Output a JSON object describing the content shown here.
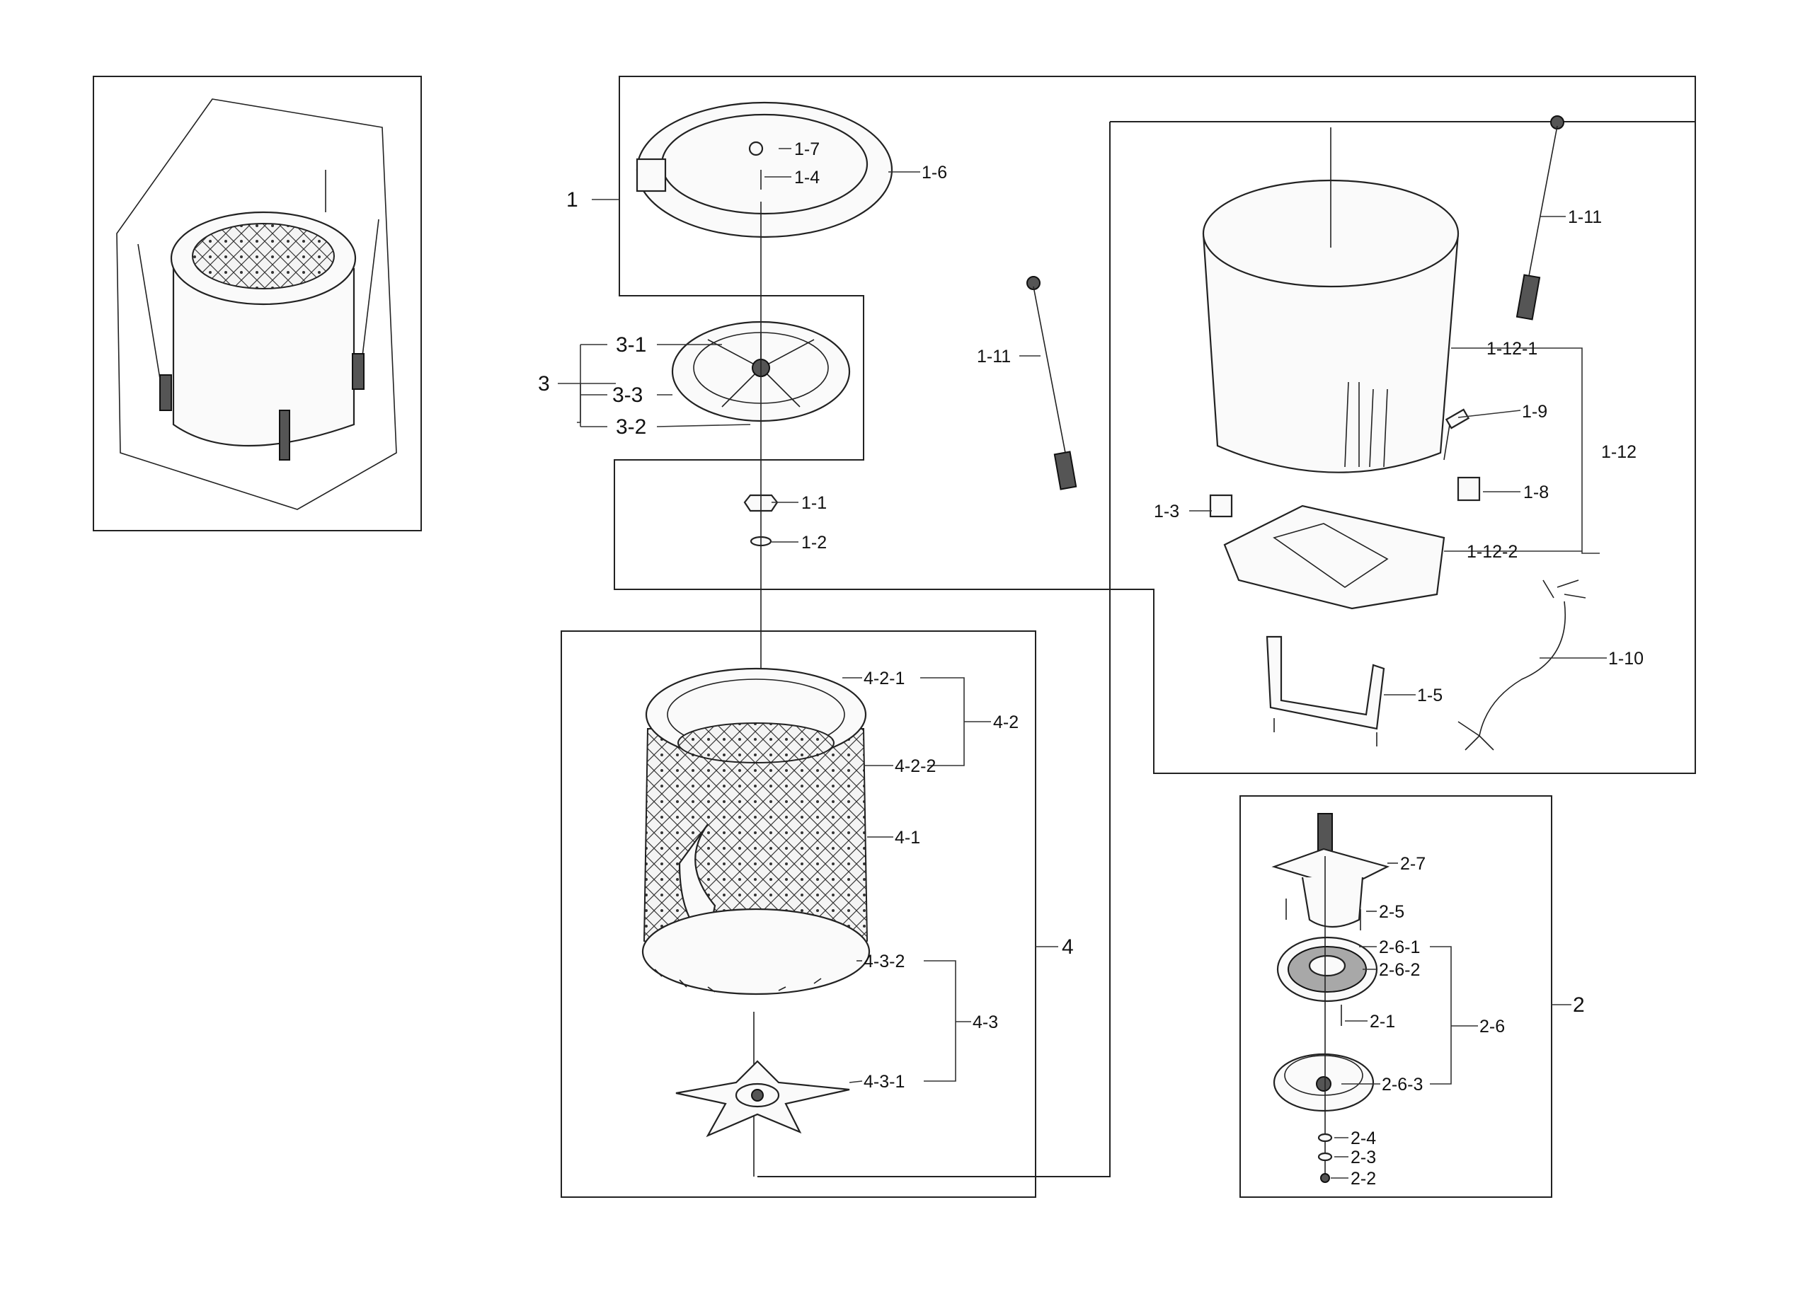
{
  "labels": {
    "p1": "1",
    "p1_1": "1-1",
    "p1_2": "1-2",
    "p1_3": "1-3",
    "p1_4": "1-4",
    "p1_5": "1-5",
    "p1_6": "1-6",
    "p1_7": "1-7",
    "p1_8": "1-8",
    "p1_9": "1-9",
    "p1_10": "1-10",
    "p1_11a": "1-11",
    "p1_11b": "1-11",
    "p1_12": "1-12",
    "p1_12_1": "1-12-1",
    "p1_12_2": "1-12-2",
    "p2": "2",
    "p2_1": "2-1",
    "p2_2": "2-2",
    "p2_3": "2-3",
    "p2_4": "2-4",
    "p2_5": "2-5",
    "p2_6": "2-6",
    "p2_6_1": "2-6-1",
    "p2_6_2": "2-6-2",
    "p2_6_3": "2-6-3",
    "p2_7": "2-7",
    "p3": "3",
    "p3_1": "3-1",
    "p3_2": "3-2",
    "p3_3": "3-3",
    "p4": "4",
    "p4_1": "4-1",
    "p4_2": "4-2",
    "p4_2_1": "4-2-1",
    "p4_2_2": "4-2-2",
    "p4_3": "4-3",
    "p4_3_1": "4-3-1",
    "p4_3_2": "4-3-2"
  }
}
